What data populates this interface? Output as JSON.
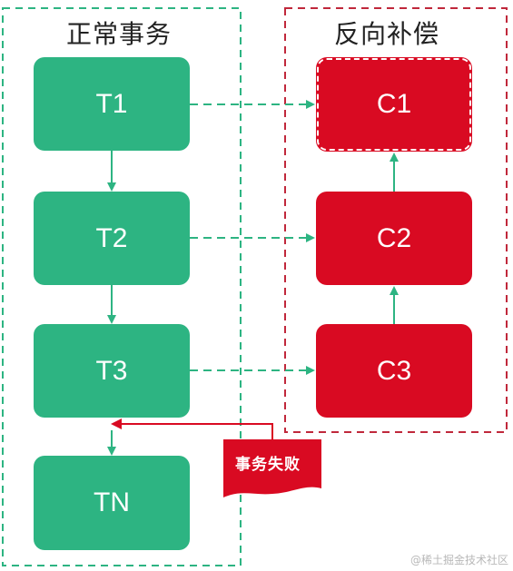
{
  "groups": {
    "normal": {
      "title": "正常事务"
    },
    "compensation": {
      "title": "反向补偿"
    }
  },
  "transactions": [
    {
      "label": "T1"
    },
    {
      "label": "T2"
    },
    {
      "label": "T3"
    },
    {
      "label": "TN"
    }
  ],
  "compensations": [
    {
      "label": "C1"
    },
    {
      "label": "C2"
    },
    {
      "label": "C3"
    }
  ],
  "failure": {
    "label": "事务失败"
  },
  "watermark": "@稀土掘金技术社区",
  "colors": {
    "green": "#2db482",
    "red": "#d90a22",
    "normal_border": "#2db482",
    "compensation_border": "#c0283b"
  }
}
